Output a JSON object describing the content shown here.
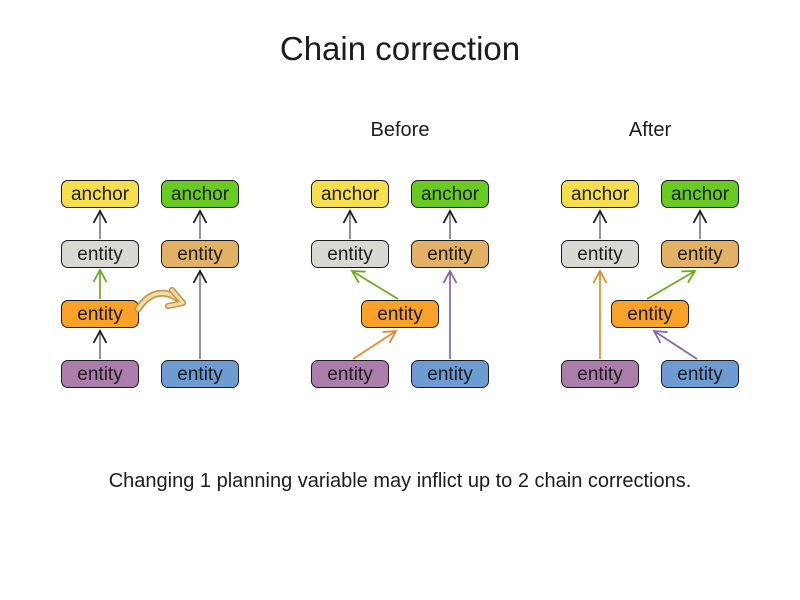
{
  "title": "Chain correction",
  "caption": "Changing 1 planning variable may inflict up to 2 chain corrections.",
  "groups": [
    {
      "label": "",
      "nodes": {
        "anchor_yellow": "anchor",
        "anchor_green": "anchor",
        "entity_gray": "entity",
        "entity_tan": "entity",
        "entity_orange": "entity",
        "entity_purple": "entity",
        "entity_blue": "entity"
      }
    },
    {
      "label": "Before",
      "nodes": {
        "anchor_yellow": "anchor",
        "anchor_green": "anchor",
        "entity_gray": "entity",
        "entity_tan": "entity",
        "entity_orange": "entity",
        "entity_purple": "entity",
        "entity_blue": "entity"
      }
    },
    {
      "label": "After",
      "nodes": {
        "anchor_yellow": "anchor",
        "anchor_green": "anchor",
        "entity_gray": "entity",
        "entity_tan": "entity",
        "entity_orange": "entity",
        "entity_purple": "entity",
        "entity_blue": "entity"
      }
    }
  ],
  "colors": {
    "anchor_yellow": "#F5DF4D",
    "anchor_green": "#69CB20",
    "entity_gray": "#D9D9D3",
    "entity_tan": "#E2B165",
    "entity_orange": "#F9A227",
    "entity_purple": "#AA7DAA",
    "entity_blue": "#6E9CD2",
    "connector_stem": "#6F6F6F",
    "connector_head": "#1c1c1c",
    "arrow_green": "#68AC1E",
    "arrow_orange": "#E5882B",
    "arrow_purple": "#8765A8",
    "move_arrow_fill": "#F2DCA4",
    "move_arrow_outline": "#C09853"
  }
}
